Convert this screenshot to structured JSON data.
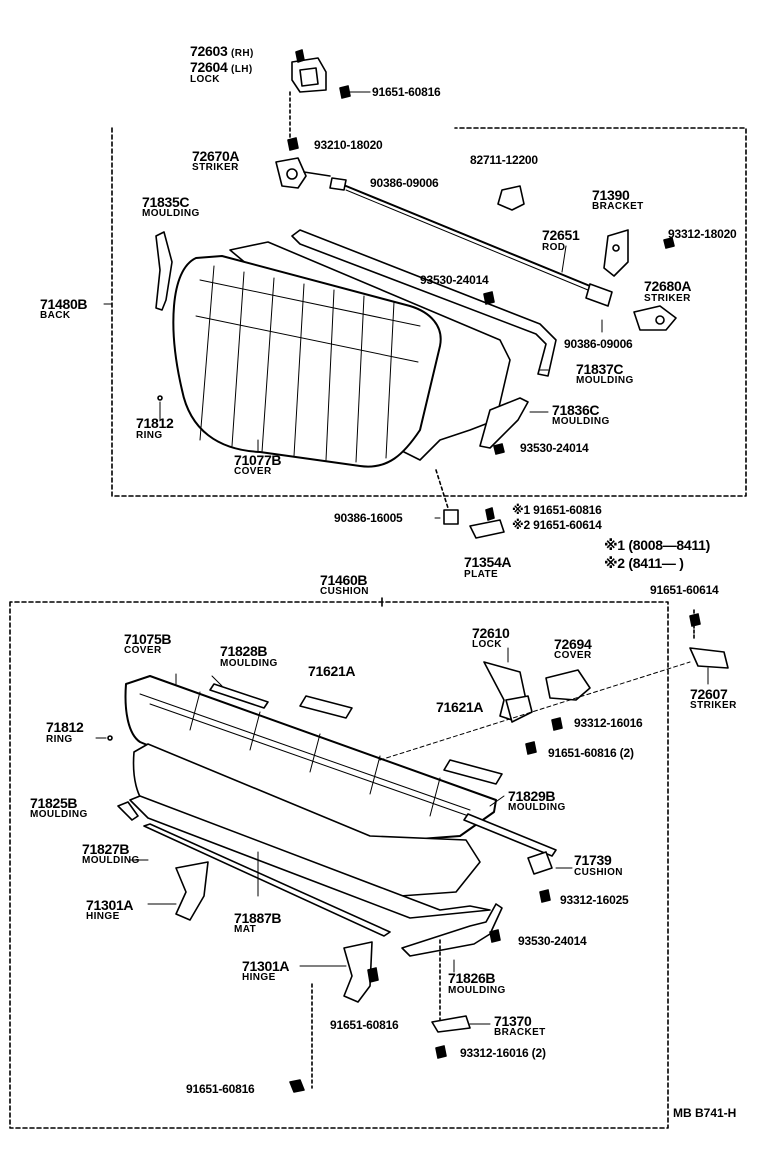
{
  "labels": {
    "p72603": "72603",
    "p72603_side": "(RH)",
    "p72604": "72604",
    "p72604_side": "(LH)",
    "lock_top": "LOCK",
    "b91651_60816_a": "91651-60816",
    "b93210_18020": "93210-18020",
    "p72670A": "72670A",
    "striker_a": "STRIKER",
    "b90386_09006_a": "90386-09006",
    "b82711_12200": "82711-12200",
    "p71390": "71390",
    "bracket_a": "BRACKET",
    "p71835C": "71835C",
    "moulding_a": "MOULDING",
    "p72651": "72651",
    "rod": "ROD",
    "b93312_18020": "93312-18020",
    "p71480B": "71480B",
    "back": "BACK",
    "b93530_24014_a": "93530-24014",
    "p72680A": "72680A",
    "striker_b": "STRIKER",
    "b90386_09006_b": "90386-09006",
    "p71837C": "71837C",
    "moulding_b": "MOULDING",
    "p71836C": "71836C",
    "moulding_c": "MOULDING",
    "p71812_a": "71812",
    "ring_a": "RING",
    "b93530_24014_b": "93530-24014",
    "p71077B": "71077B",
    "cover_a": "COVER",
    "b90386_16005": "90386-16005",
    "note1_mark": "※1",
    "b91651_60816_n1": "91651-60816",
    "note2_mark": "※2",
    "b91651_60614_n2": "91651-60614",
    "p71354A": "71354A",
    "plate": "PLATE",
    "legend1": "※1 (8008—8411)",
    "legend2": "※2 (8411—      )",
    "p71460B": "71460B",
    "cushion_a": "CUSHION",
    "b91651_60614": "91651-60614",
    "p71075B": "71075B",
    "cover_b": "COVER",
    "p71828B": "71828B",
    "moulding_d": "MOULDING",
    "p71621A_a": "71621A",
    "p72610": "72610",
    "lock_b": "LOCK",
    "p72694": "72694",
    "cover_c": "COVER",
    "p72607": "72607",
    "striker_c": "STRIKER",
    "p71812_b": "71812",
    "ring_b": "RING",
    "p71621A_b": "71621A",
    "b93312_16016_a": "93312-16016",
    "b91651_60816_b": "91651-60816 (2)",
    "p71825B": "71825B",
    "moulding_e": "MOULDING",
    "p71829B": "71829B",
    "moulding_f": "MOULDING",
    "p71827B": "71827B",
    "moulding_g": "MOULDING",
    "p71739": "71739",
    "cushion_b": "CUSHION",
    "b93312_16025": "93312-16025",
    "p71301A_a": "71301A",
    "hinge_a": "HINGE",
    "p71887B": "71887B",
    "mat": "MAT",
    "b93530_24014_c": "93530-24014",
    "p71826B": "71826B",
    "moulding_h": "MOULDING",
    "p71301A_b": "71301A",
    "hinge_b": "HINGE",
    "b91651_60816_c": "91651-60816",
    "p71370": "71370",
    "bracket_b": "BRACKET",
    "b93312_16016_b": "93312-16016 (2)",
    "b91651_60816_d": "91651-60816",
    "ref_code": "MB  B741-H"
  }
}
